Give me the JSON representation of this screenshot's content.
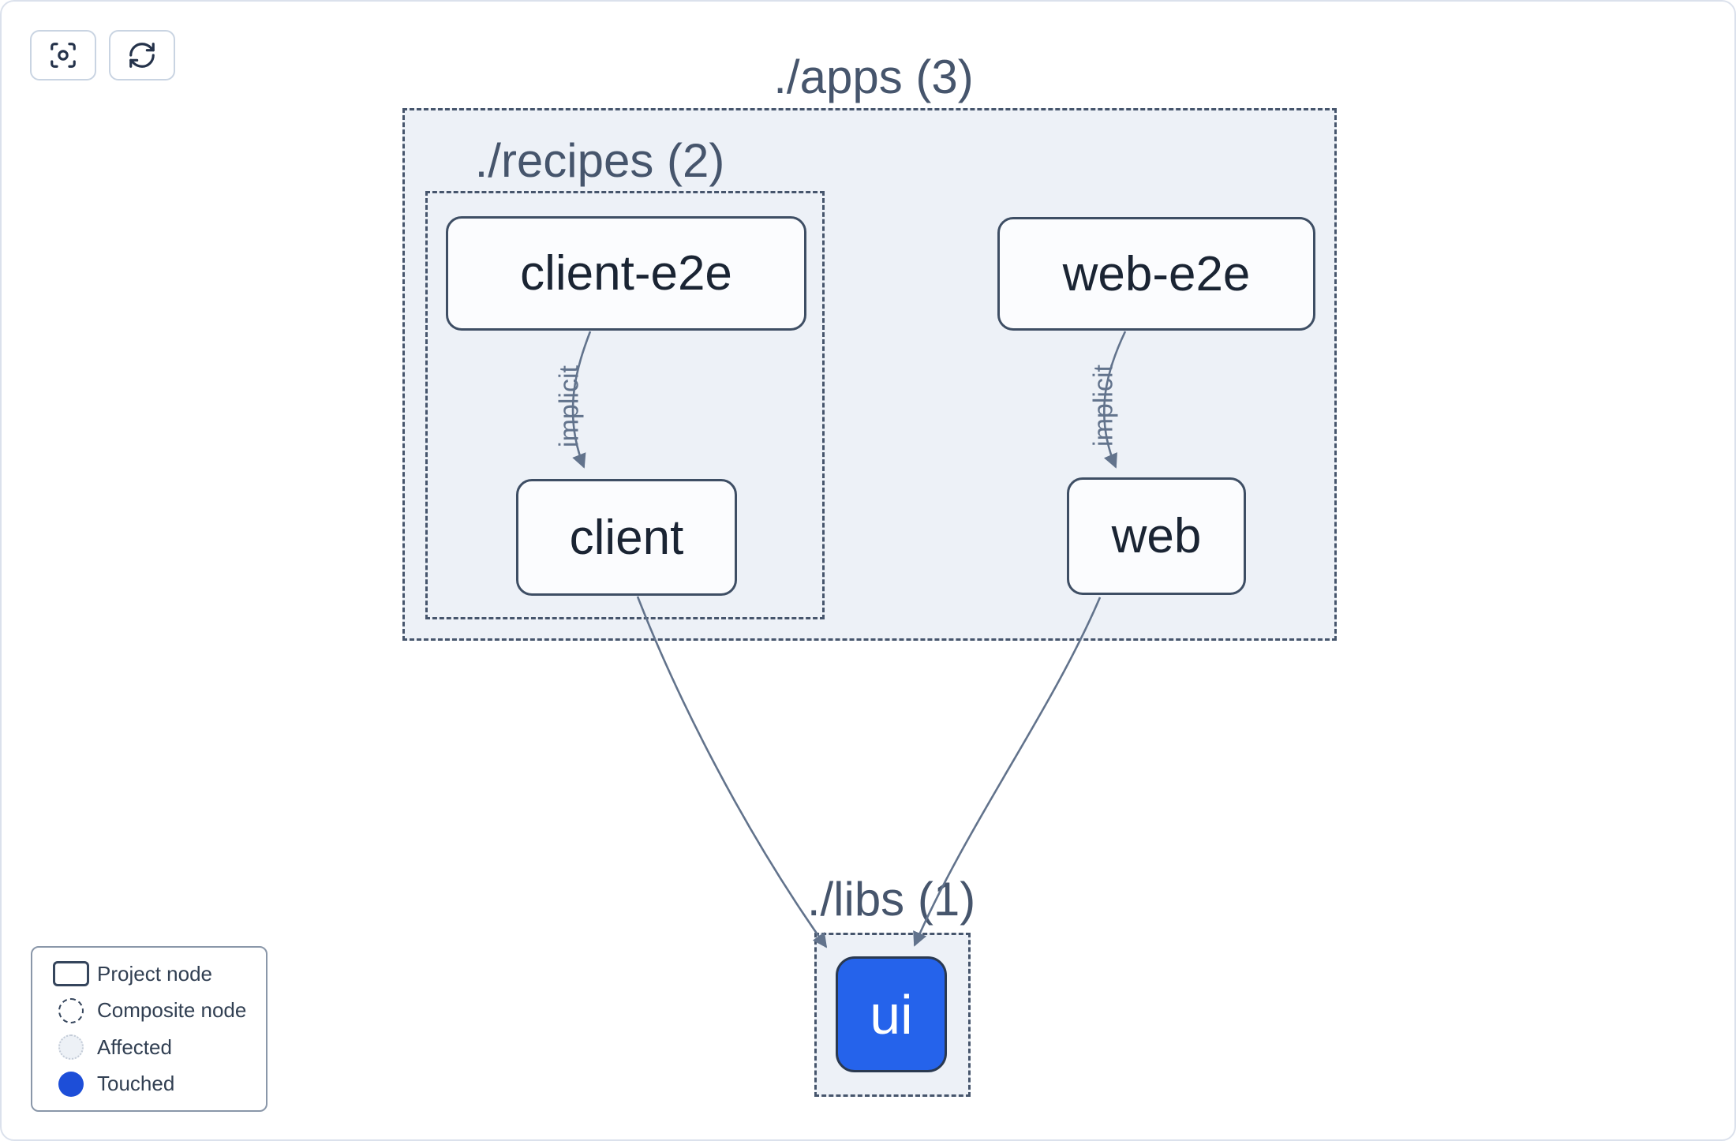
{
  "toolbar": {
    "buttons": [
      {
        "id": "center-graph",
        "icon": "crosshair-focus-icon"
      },
      {
        "id": "refresh-graph",
        "icon": "refresh-icon"
      }
    ]
  },
  "graph": {
    "groups": [
      {
        "id": "apps",
        "label": "./apps (3)",
        "count": 3
      },
      {
        "id": "recipes",
        "label": "./recipes (2)",
        "count": 2
      },
      {
        "id": "libs",
        "label": "./libs (1)",
        "count": 1
      }
    ],
    "nodes": [
      {
        "id": "client-e2e",
        "label": "client-e2e",
        "group": "recipes",
        "state": "default"
      },
      {
        "id": "client",
        "label": "client",
        "group": "recipes",
        "state": "default"
      },
      {
        "id": "web-e2e",
        "label": "web-e2e",
        "group": "apps",
        "state": "default"
      },
      {
        "id": "web",
        "label": "web",
        "group": "apps",
        "state": "default"
      },
      {
        "id": "ui",
        "label": "ui",
        "group": "libs",
        "state": "touched"
      }
    ],
    "edges": [
      {
        "source": "client-e2e",
        "target": "client",
        "type": "implicit",
        "label": "implicit"
      },
      {
        "source": "web-e2e",
        "target": "web",
        "type": "implicit",
        "label": "implicit"
      },
      {
        "source": "client",
        "target": "ui",
        "type": "static",
        "label": ""
      },
      {
        "source": "web",
        "target": "ui",
        "type": "static",
        "label": ""
      }
    ]
  },
  "legend": {
    "items": [
      {
        "label": "Project node",
        "swatch": "project-node-swatch"
      },
      {
        "label": "Composite node",
        "swatch": "composite-node-swatch"
      },
      {
        "label": "Affected",
        "swatch": "affected-swatch"
      },
      {
        "label": "Touched",
        "swatch": "touched-swatch"
      }
    ]
  },
  "colors": {
    "touched_dot": "#1d4ed8",
    "touched_node": "#2563eb",
    "container_fill": "#edf1f7",
    "dashed_border": "#46556c",
    "edge": "#62738c"
  }
}
